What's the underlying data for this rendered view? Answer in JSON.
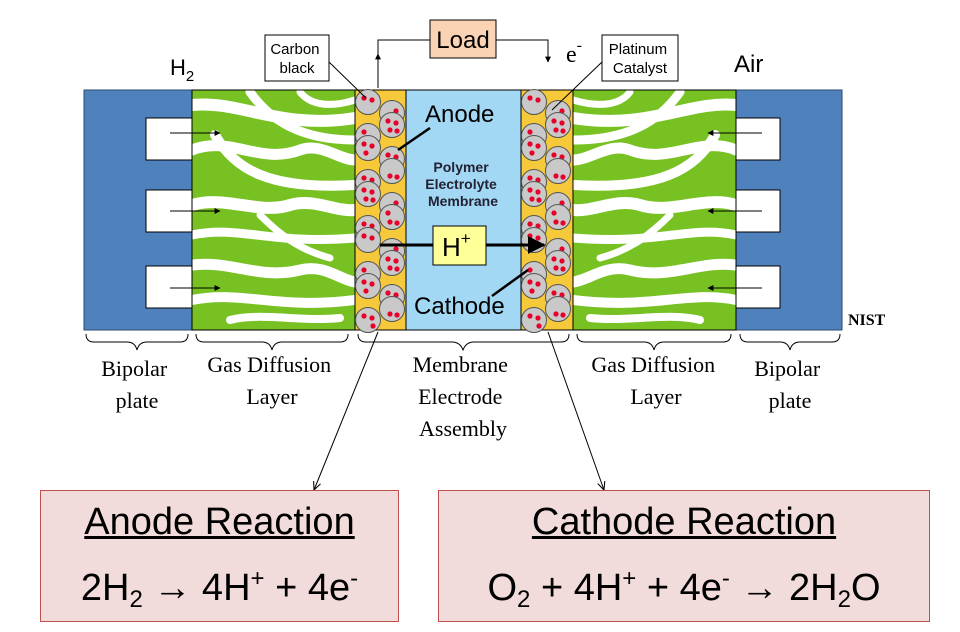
{
  "labels": {
    "load": "Load",
    "electron_base": "e",
    "electron_sup": "-",
    "h2_base": "H",
    "h2_sub": "2",
    "air": "Air",
    "carbon_black": [
      "Carbon",
      "black"
    ],
    "platinum_catalyst": [
      "Platinum",
      "Catalyst"
    ],
    "anode": "Anode",
    "cathode": "Cathode",
    "membrane": [
      "Polymer",
      "Electrolyte",
      "Membrane"
    ],
    "proton_base": "H",
    "proton_sup": "+",
    "credit": "NIST"
  },
  "sections": [
    {
      "lines": [
        "Bipolar",
        "plate"
      ]
    },
    {
      "lines": [
        "Gas Diffusion",
        "Layer"
      ]
    },
    {
      "lines": [
        "Membrane",
        "Electrode",
        "Assembly"
      ]
    },
    {
      "lines": [
        "Gas Diffusion",
        "Layer"
      ]
    },
    {
      "lines": [
        "Bipolar",
        "plate"
      ]
    }
  ],
  "reactions": {
    "anode": {
      "title": "Anode Reaction",
      "eq": [
        "2H",
        "2",
        " ",
        "→",
        " 4H",
        "+",
        " + 4e",
        "-"
      ]
    },
    "cathode": {
      "title": "Cathode Reaction",
      "eq": [
        "O",
        "2",
        " + 4H",
        "+",
        " + 4e",
        "-",
        " ",
        "→",
        " 2H",
        "2",
        "O"
      ]
    }
  },
  "colors": {
    "bipolar": "#4f81bd",
    "gdl_green": "#77c123",
    "membrane": "#a3d8f5",
    "catalyst_gold": "#f5c93a",
    "particle": "#c9c9c9",
    "platinum_dot": "#e8002b",
    "load_box": "#fad3b4",
    "proton_box": "#ffff99",
    "reaction_bg": "#f2dcdb",
    "reaction_border": "#c0504d"
  }
}
